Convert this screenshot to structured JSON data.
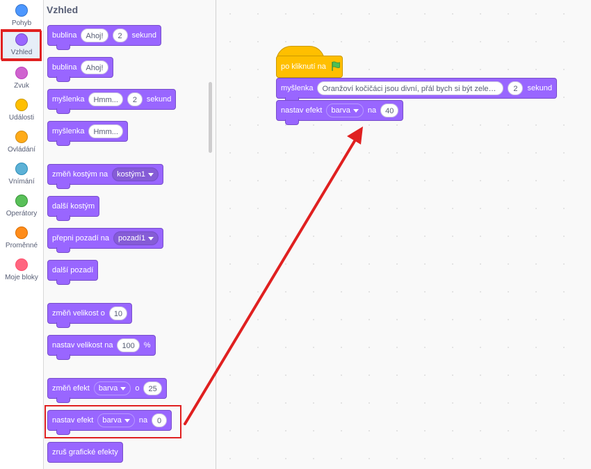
{
  "categories": [
    {
      "label": "Pohyb",
      "color": "#4c97ff",
      "selected": false
    },
    {
      "label": "Vzhled",
      "color": "#9966ff",
      "selected": true
    },
    {
      "label": "Zvuk",
      "color": "#cf63cf",
      "selected": false
    },
    {
      "label": "Události",
      "color": "#ffbf00",
      "selected": false
    },
    {
      "label": "Ovládání",
      "color": "#ffab19",
      "selected": false
    },
    {
      "label": "Vnímání",
      "color": "#5cb1d6",
      "selected": false
    },
    {
      "label": "Operátory",
      "color": "#59c059",
      "selected": false
    },
    {
      "label": "Proměnné",
      "color": "#ff8c1a",
      "selected": false
    },
    {
      "label": "Moje bloky",
      "color": "#ff6680",
      "selected": false
    }
  ],
  "palette": {
    "title": "Vzhled",
    "blocks": {
      "say_for": {
        "label": "bublina",
        "message": "Ahoj!",
        "secs": "2",
        "unit": "sekund"
      },
      "say": {
        "label": "bublina",
        "message": "Ahoj!"
      },
      "think_for": {
        "label": "myšlenka",
        "message": "Hmm...",
        "secs": "2",
        "unit": "sekund"
      },
      "think": {
        "label": "myšlenka",
        "message": "Hmm..."
      },
      "switch_costume": {
        "label": "změň kostým na",
        "value": "kostým1"
      },
      "next_costume": {
        "label": "další kostým"
      },
      "switch_backdrop": {
        "label": "přepni pozadí na",
        "value": "pozadí1"
      },
      "next_backdrop": {
        "label": "další pozadí"
      },
      "change_size": {
        "label": "změň velikost o",
        "value": "10"
      },
      "set_size": {
        "label": "nastav velikost na",
        "value": "100",
        "unit": "%"
      },
      "change_effect": {
        "label": "změň efekt",
        "effect": "barva",
        "by": "o",
        "value": "25"
      },
      "set_effect": {
        "label": "nastav efekt",
        "effect": "barva",
        "to": "na",
        "value": "0"
      },
      "clear_effects": {
        "label": "zruš grafické efekty"
      }
    }
  },
  "script": {
    "hat": {
      "label": "po kliknutí na"
    },
    "think_for": {
      "label": "myšlenka",
      "message": "Oranžoví kočičáci jsou divní, přál bych si být zelený...",
      "secs": "2",
      "unit": "sekund"
    },
    "set_effect": {
      "label": "nastav efekt",
      "effect": "barva",
      "to": "na",
      "value": "40"
    }
  },
  "colors": {
    "looks": "#9966ff",
    "events": "#ffbf00",
    "highlight": "#e02020"
  }
}
